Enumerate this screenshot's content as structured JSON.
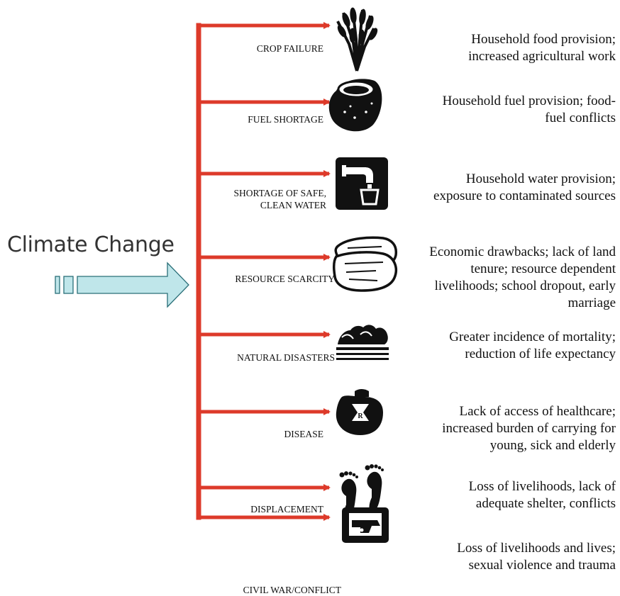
{
  "title": "Climate Change",
  "colors": {
    "branch": "#dd3a2a",
    "arrow_fill": "#bfe6ea",
    "arrow_stroke": "#2a6f78",
    "icon": "#111111"
  },
  "items": [
    {
      "label": "CROP FAILURE",
      "icon": "grain-icon",
      "description": "Household food provision;\nincreased agricultural work"
    },
    {
      "label": "FUEL SHORTAGE",
      "icon": "coconut-icon",
      "description": "Household fuel provision; food-\nfuel conflicts"
    },
    {
      "label": "SHORTAGE OF SAFE,\nCLEAN WATER",
      "icon": "water-tap-icon",
      "description": "Household water provision;\nexposure to contaminated sources"
    },
    {
      "label": "RESOURCE SCARCITY",
      "icon": "money-stack-icon",
      "description": "Economic drawbacks; lack of land\ntenure; resource dependent\nlivelihoods; school dropout, early\nmarriage"
    },
    {
      "label": "NATURAL DISASTERS",
      "icon": "flood-wave-icon",
      "description": "Greater incidence of mortality;\nreduction of life expectancy"
    },
    {
      "label": "DISEASE",
      "icon": "medicine-icon",
      "description": "Lack of access of healthcare;\nincreased burden of carrying for\nyoung, sick and elderly"
    },
    {
      "label": "DISPLACEMENT",
      "icon": "footprints-icon",
      "description": "Loss of livelihoods, lack of\nadequate shelter, conflicts"
    },
    {
      "label": "CIVIL WAR/CONFLICT",
      "icon": "weapon-icon",
      "description": "Loss of livelihoods and lives;\nsexual violence and trauma"
    }
  ]
}
